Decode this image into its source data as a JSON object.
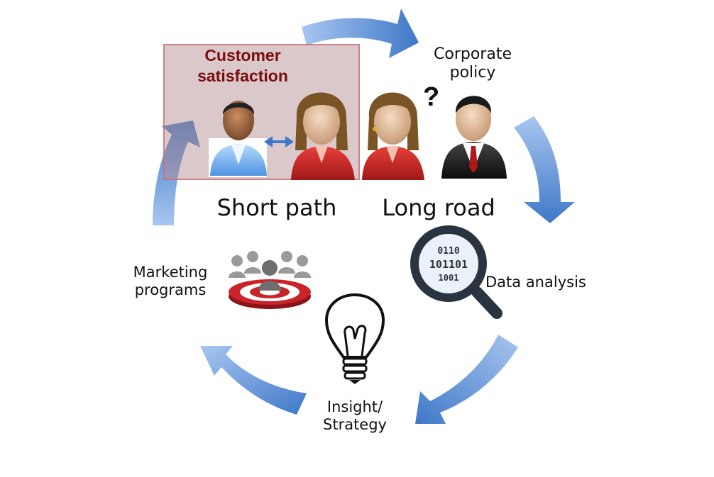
{
  "cycle": {
    "customer_satisfaction": "Customer satisfaction",
    "corporate_policy": "Corporate policy",
    "question_mark": "?",
    "short_path": "Short path",
    "long_road": "Long road",
    "data_analysis": "Data analysis",
    "insight_strategy": "Insight/ Strategy",
    "marketing_programs": "Marketing programs",
    "binary_digits": [
      "0110",
      "101101",
      "1001"
    ]
  },
  "colors": {
    "arrow_light": "#a8c6f0",
    "arrow_dark": "#3f78c8",
    "box_border": "#cd6e78",
    "title_color": "#7a0d0d",
    "target_red": "#c8242a",
    "magnifier": "#2a3440"
  },
  "icons": [
    "customer-icon",
    "bidirectional-arrow-icon",
    "female-staff-icon",
    "businessman-icon",
    "magnifier-icon",
    "lightbulb-icon",
    "target-audience-icon"
  ]
}
